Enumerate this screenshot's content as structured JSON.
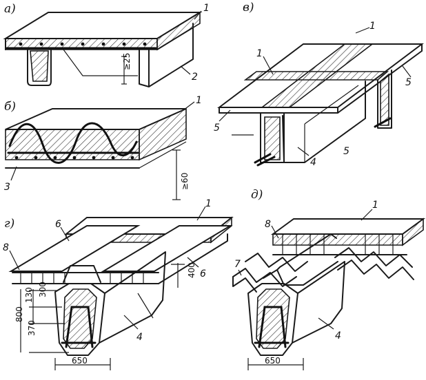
{
  "panels": {
    "a": {
      "label": "а)",
      "callouts": [
        "1",
        "2"
      ],
      "dimension": "≥25"
    },
    "b": {
      "label": "б)",
      "callouts": [
        "1",
        "3"
      ],
      "dimension": "≥60"
    },
    "v": {
      "label": "в)",
      "callouts": [
        "1",
        "1",
        "5",
        "5",
        "5",
        "4"
      ]
    },
    "g": {
      "label": "г)",
      "callouts": [
        "1",
        "6",
        "6",
        "8",
        "4"
      ],
      "dimensions": [
        "400",
        "130",
        "300",
        "800",
        "370",
        "650"
      ]
    },
    "d": {
      "label": "д)",
      "callouts": [
        "1",
        "8",
        "7",
        "4"
      ],
      "dimension": "650"
    }
  }
}
